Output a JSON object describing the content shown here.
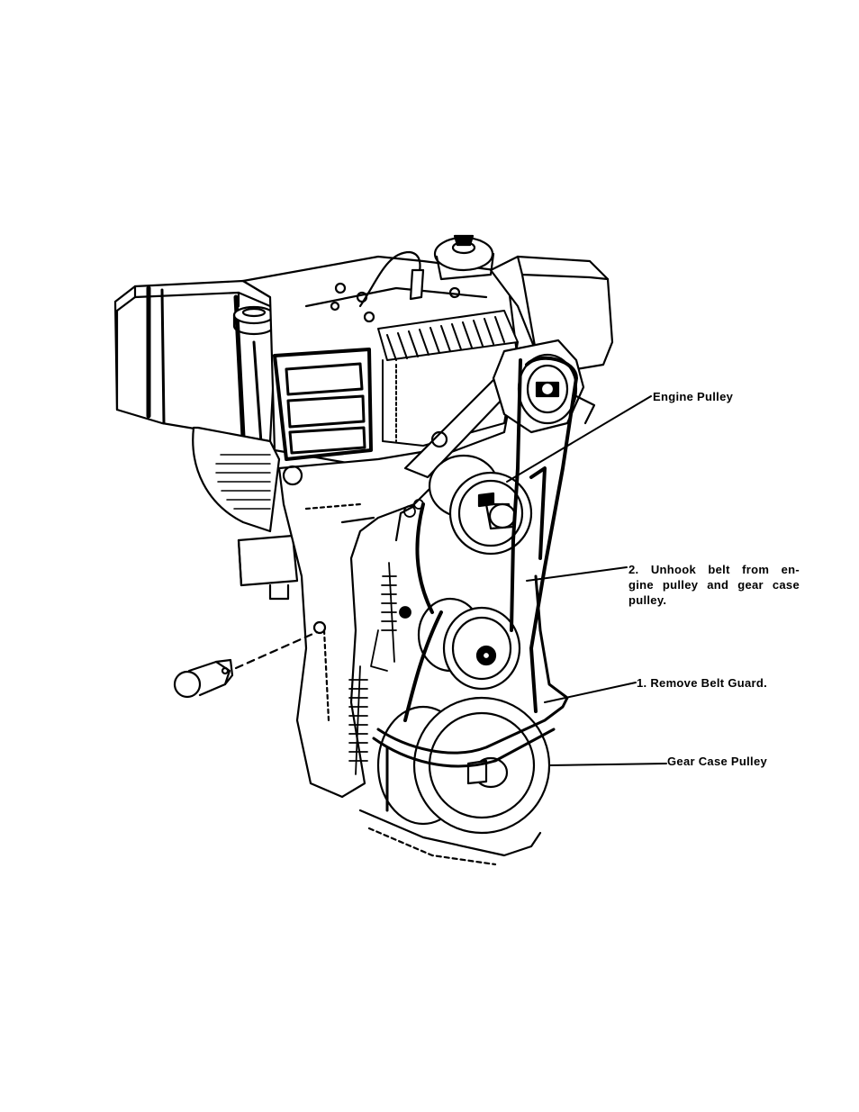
{
  "labels": {
    "engine_pulley": "Engine Pulley",
    "unhook_line1": "2. Unhook belt from en-",
    "unhook_line2": "gine pulley and gear case",
    "unhook_line3": "pulley.",
    "remove_belt_guard": "1. Remove Belt Guard.",
    "gear_case_pulley": "Gear Case Pulley"
  },
  "colors": {
    "ink": "#000000",
    "paper": "#ffffff"
  }
}
